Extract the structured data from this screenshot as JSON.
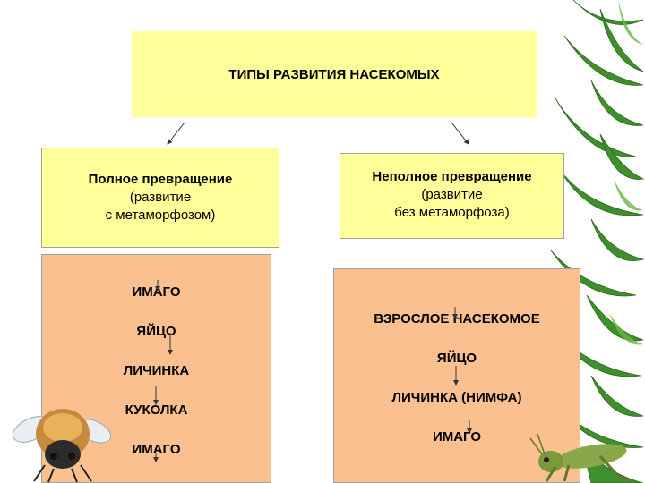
{
  "diagram": {
    "title": "ТИПЫ РАЗВИТИЯ НАСЕКОМЫХ",
    "full": {
      "heading": "Полное превращение",
      "line2": "(развитие",
      "line3": "с метаморфозом)",
      "stages": [
        "ИМАГО",
        "ЯЙЦО",
        "ЛИЧИНКА",
        "КУКОЛКА",
        "ИМАГО"
      ]
    },
    "incomplete": {
      "heading": "Неполное превращение",
      "line2": "(развитие",
      "line3": "без метаморфоза)",
      "stages": [
        "ВЗРОСЛОЕ НАСЕКОМОЕ",
        "ЯЙЦО",
        "ЛИЧИНКА (НИМФА)",
        "ИМАГО"
      ]
    }
  },
  "colors": {
    "title_box": "#ffff99",
    "type_box": "#ffff99",
    "stages_box": "#fac090",
    "bamboo": "#3a8a2a"
  },
  "decorations": [
    "bamboo-leaves",
    "bee-image",
    "grasshopper-image"
  ]
}
